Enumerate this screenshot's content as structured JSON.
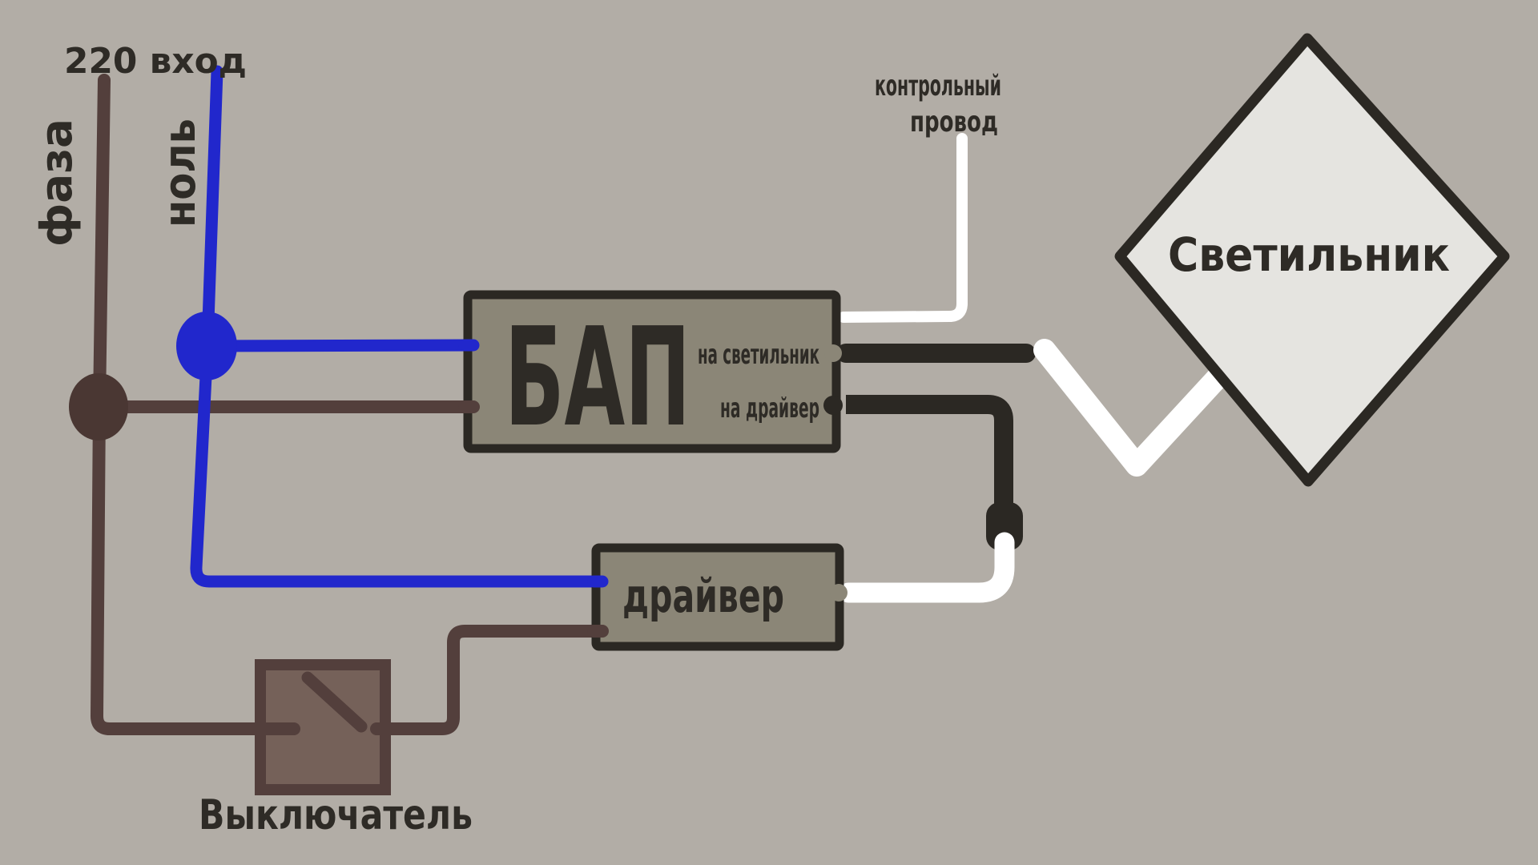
{
  "diagram": {
    "power_input": {
      "label": "220 вход",
      "phase_label": "фаза",
      "neutral_label": "ноль"
    },
    "control_wire": {
      "label_line1": "контрольный",
      "label_line2": "провод"
    },
    "bap": {
      "title": "БАП",
      "port_to_lamp": "на светильник",
      "port_to_driver": "на драйвер"
    },
    "driver": {
      "title": "драйвер"
    },
    "lamp": {
      "title": "Светильник"
    },
    "switch": {
      "title": "Выключатель"
    }
  },
  "colors": {
    "background": "#b2ada6",
    "ink": "#2e2b26",
    "black_wire": "#2b2823",
    "phase_brown": "#533f3c",
    "junction_brown": "#4a3733",
    "neutral_blue": "#2127cc",
    "box_fill": "#8b8677",
    "box_border": "#2b2823",
    "switch_fill": "#756159",
    "switch_border": "#533f3c",
    "lamp_fill": "#e5e4e0",
    "white_wire": "#ffffff"
  }
}
